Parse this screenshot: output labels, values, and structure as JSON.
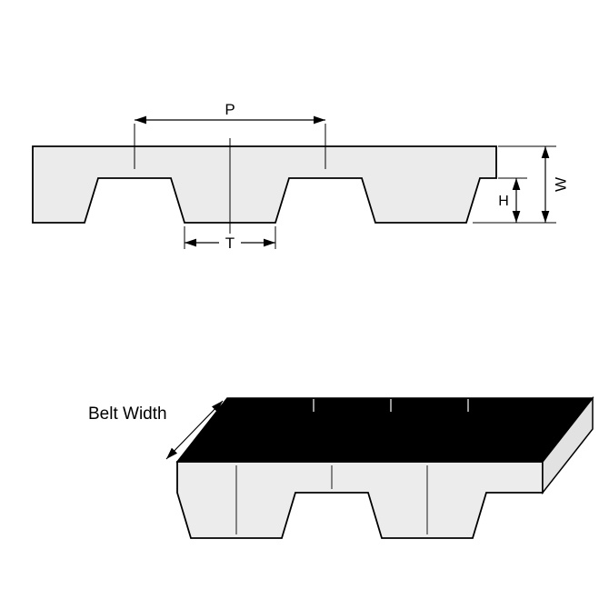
{
  "diagram": {
    "labels": {
      "pitch": "P",
      "tooth_width": "T",
      "tooth_height": "H",
      "belt_thickness": "W",
      "belt_width": "Belt Width"
    },
    "colors": {
      "outline": "#000000",
      "belt_fill": "#ebebeb",
      "iso_belt_fill": "#ececec",
      "end_face_fill": "#e2e2e2",
      "top_surface": "#000000",
      "background": "#ffffff"
    }
  }
}
